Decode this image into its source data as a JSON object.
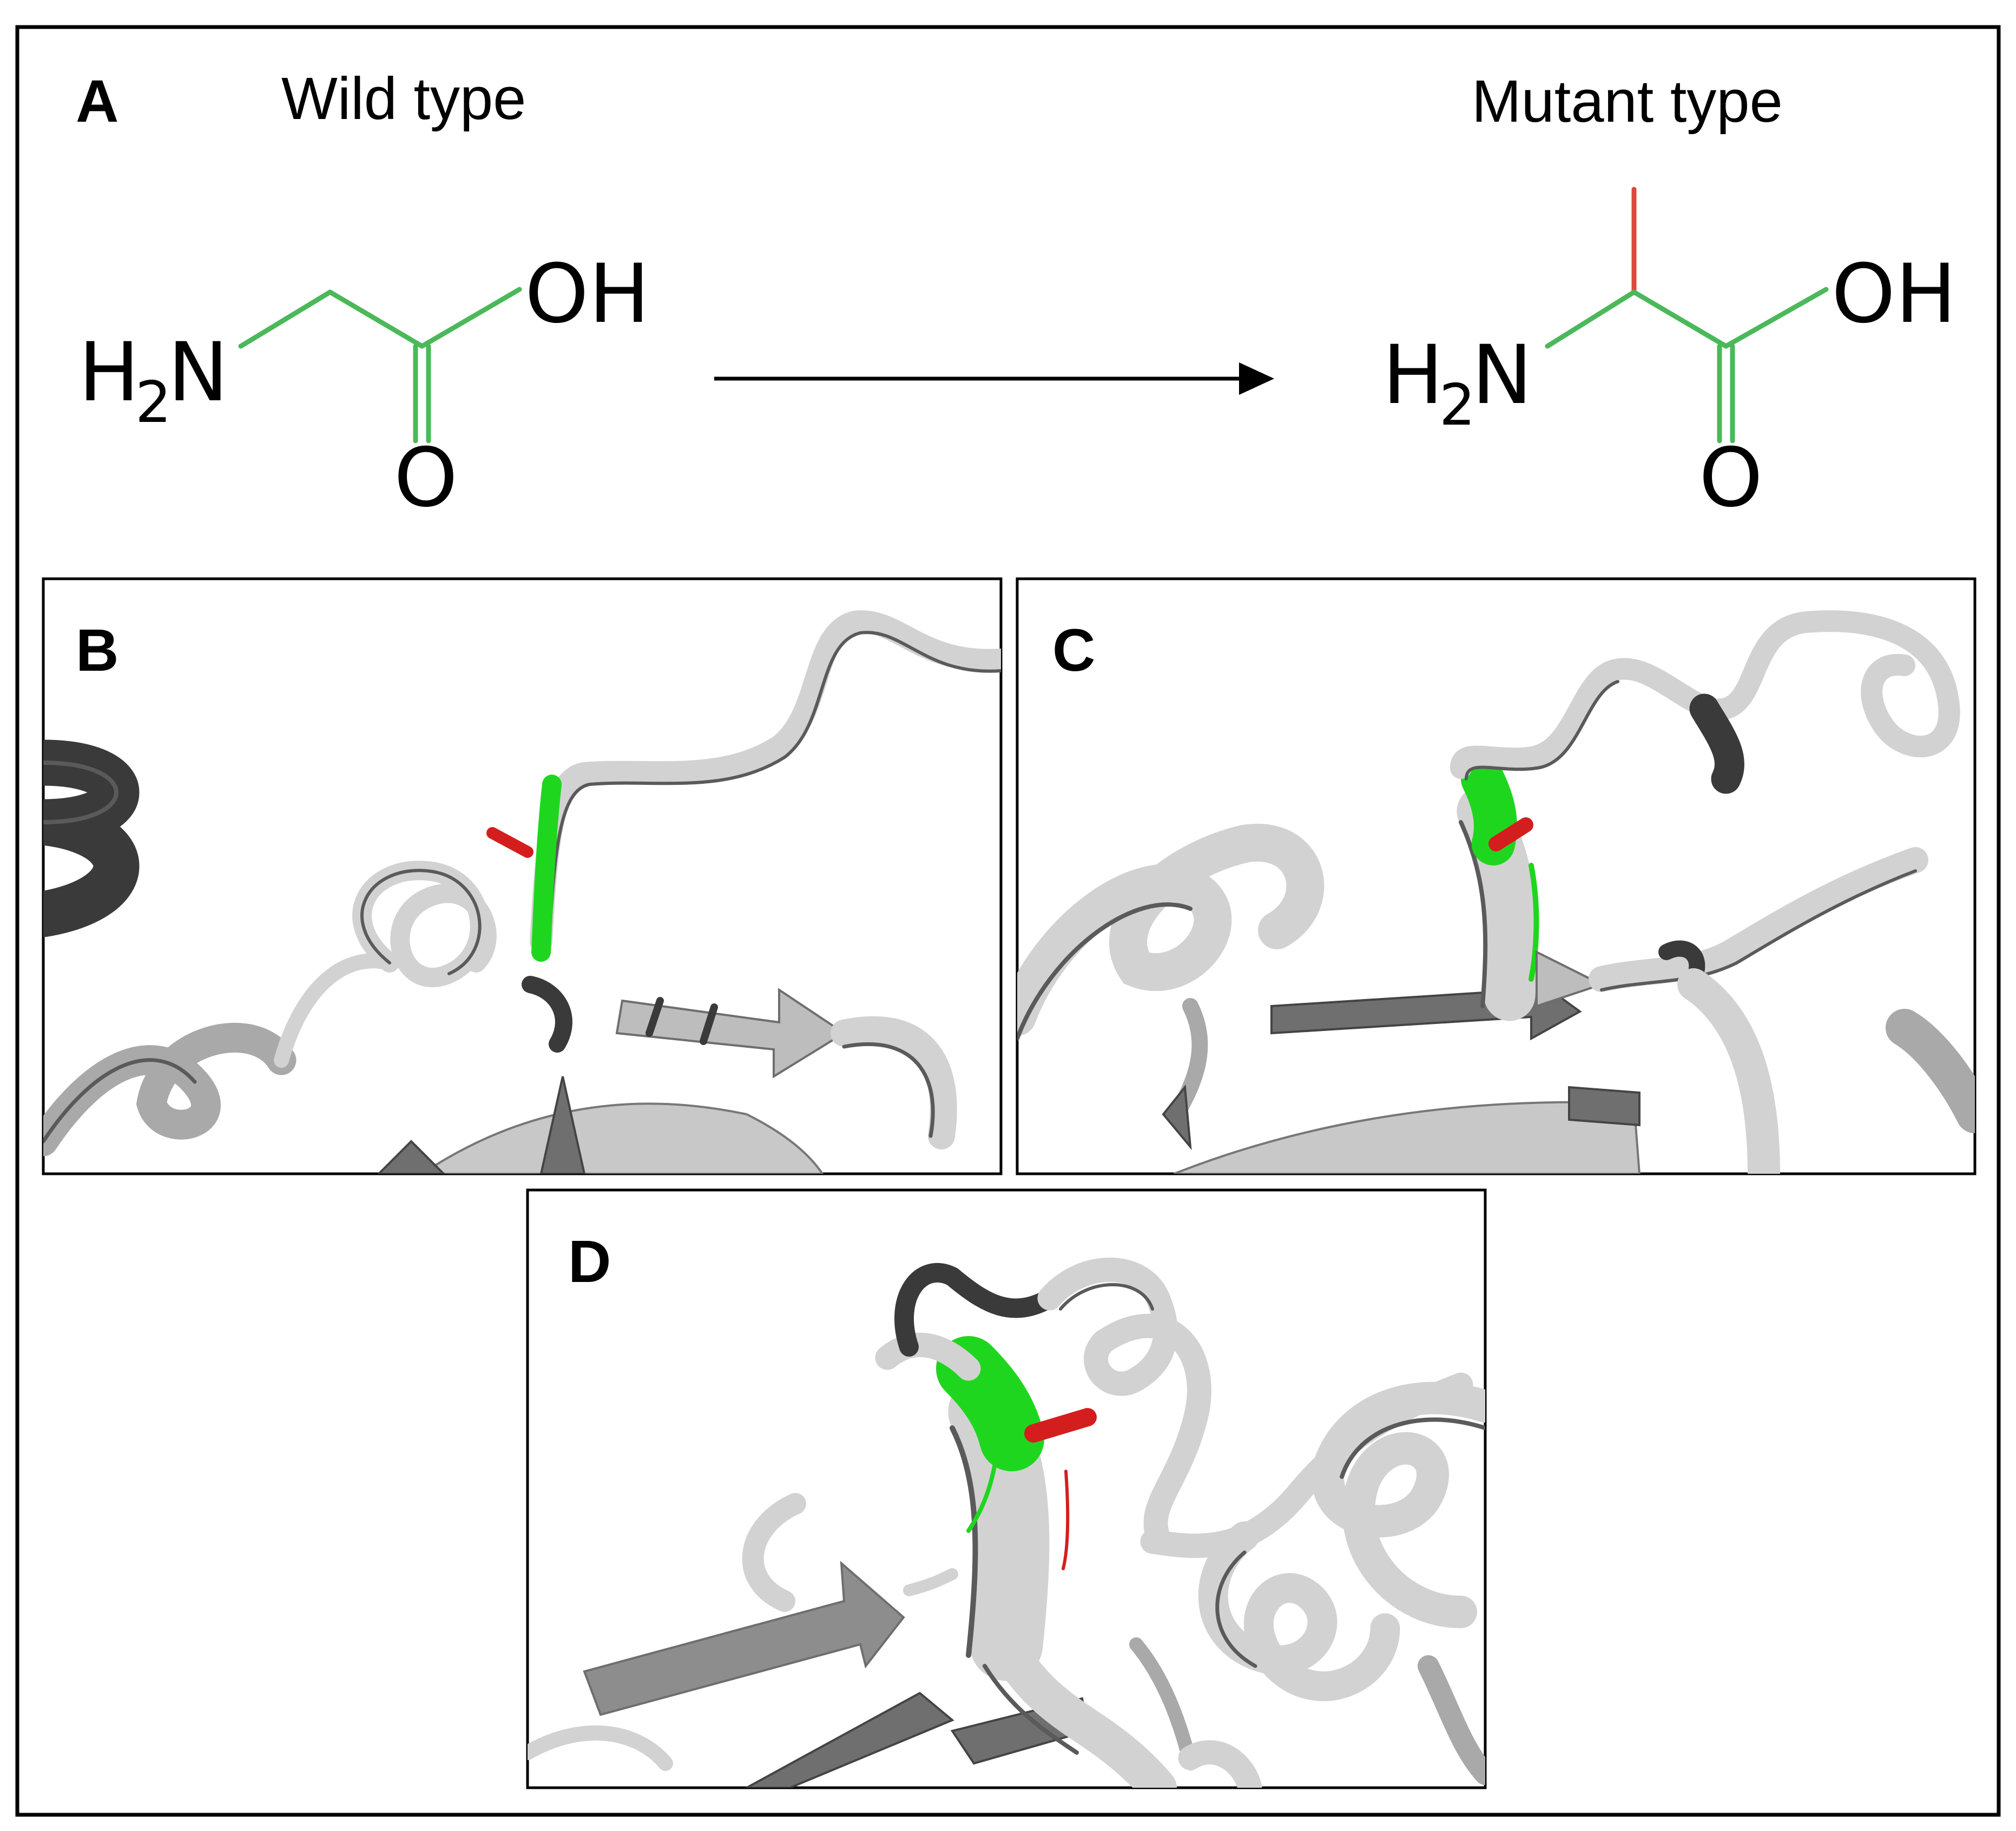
{
  "panels": {
    "a": {
      "label": "A",
      "wild_title": "Wild type",
      "mutant_title": "Mutant type",
      "wild_atoms": {
        "amine": "H",
        "amine_sub": "2",
        "amine_n": "N",
        "hydroxyl": "OH",
        "carbonyl": "O"
      },
      "mutant_atoms": {
        "amine": "H",
        "amine_sub": "2",
        "amine_n": "N",
        "hydroxyl": "OH",
        "carbonyl": "O"
      }
    },
    "b": {
      "label": "B"
    },
    "c": {
      "label": "C"
    },
    "d": {
      "label": "D"
    }
  },
  "colors": {
    "wild_bond": "#4bb85a",
    "mutant_side_chain": "#e0473c",
    "highlight_residue": "#1fd61f",
    "mutant_stick": "#d41e1e",
    "ribbon": "#d2d2d2"
  }
}
